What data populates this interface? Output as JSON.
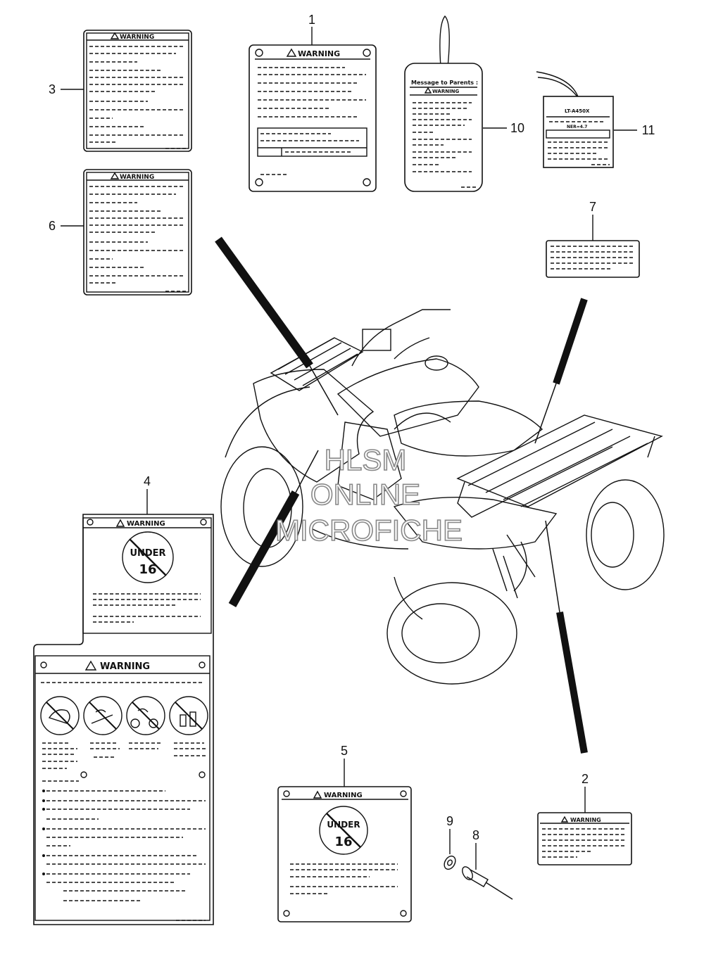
{
  "callouts": {
    "c1": "1",
    "c2": "2",
    "c3": "3",
    "c4": "4",
    "c5": "5",
    "c6": "6",
    "c7": "7",
    "c8": "8",
    "c9": "9",
    "c10": "10",
    "c11": "11"
  },
  "labels": {
    "warning": "WARNING",
    "message_to_parents": "Message to Parents :",
    "model_tag": "LT-A450X",
    "ner_value": "NER=4.7",
    "under": "UNDER",
    "age": "16"
  },
  "watermark": {
    "line1": "HLSM",
    "line2": "ONLINE",
    "line3": "MICROFICHE"
  },
  "colors": {
    "ink": "#111111",
    "paper": "#ffffff",
    "watermark_outline": "#888888"
  }
}
